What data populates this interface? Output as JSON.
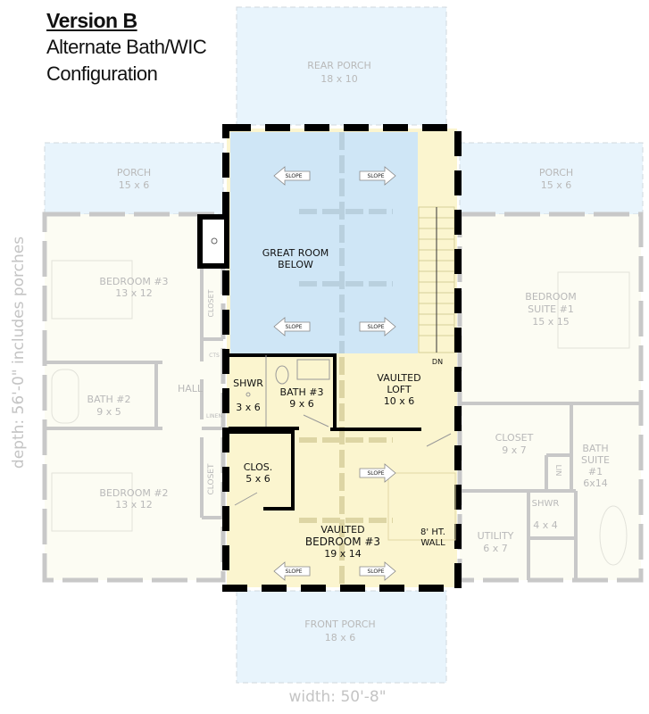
{
  "header": {
    "version": "Version B",
    "subtitle_line1": "Alternate Bath/WIC",
    "subtitle_line2": "Configuration"
  },
  "dimensions": {
    "depth": "depth: 56'-0\" includes porches",
    "width": "width: 50'-8\""
  },
  "colors": {
    "great_room": "#cfe6f6",
    "porch": "#e8f4fc",
    "highlighted_rooms": "#fbf5cf",
    "faded_rooms": "#fcfcf3",
    "walls": "#000000",
    "faded_walls": "#c8c8c8"
  },
  "rooms": {
    "rear_porch": {
      "name": "REAR PORCH",
      "size": "18 x 10"
    },
    "porch_left": {
      "name": "PORCH",
      "size": "15 x 6"
    },
    "porch_right": {
      "name": "PORCH",
      "size": "15 x 6"
    },
    "great_room": {
      "name": "GREAT ROOM",
      "note": "BELOW"
    },
    "shower": {
      "name": "SHWR",
      "size": "3 x 6"
    },
    "bath3": {
      "name": "BATH #3",
      "size": "9 x 6"
    },
    "loft": {
      "prefix": "VAULTED",
      "name": "LOFT",
      "size": "10 x 6"
    },
    "stair": {
      "label": "DN"
    },
    "closet": {
      "name": "CLOS.",
      "size": "5 x 6"
    },
    "bedroom3_upper": {
      "prefix": "VAULTED",
      "name": "BEDROOM #3",
      "size": "19 x 14"
    },
    "wall_note": {
      "line1": "8' HT.",
      "line2": "WALL"
    },
    "front_porch": {
      "name": "FRONT PORCH",
      "size": "18 x 6"
    },
    "bedroom3_left": {
      "name": "BEDROOM #3",
      "size": "13 x 12"
    },
    "bath2": {
      "name": "BATH #2",
      "size": "9 x 5"
    },
    "hall": {
      "name": "HALL"
    },
    "bedroom2": {
      "name": "BEDROOM #2",
      "size": "13 x 12"
    },
    "closet_left_1": {
      "name": "CLOSET"
    },
    "closet_left_2": {
      "name": "CLOSET"
    },
    "cts": {
      "name": "CTS"
    },
    "linen": {
      "name": "LINEN"
    },
    "suite1": {
      "line1": "BEDROOM",
      "line2": "SUITE #1",
      "size": "15 x 15"
    },
    "closet_right": {
      "name": "CLOSET",
      "size": "9 x 7"
    },
    "bath_suite": {
      "line1": "BATH",
      "line2": "SUITE",
      "line3": "#1",
      "size": "6x14"
    },
    "lin": {
      "name": "LIN"
    },
    "shower_right": {
      "name": "SHWR",
      "size": "4 x 4"
    },
    "utility": {
      "name": "UTILITY",
      "size": "6 x 7"
    }
  },
  "slope_label": "SLOPE",
  "icons": {
    "slope_arrow": "arrow-icon",
    "chimney": "fireplace-icon"
  }
}
